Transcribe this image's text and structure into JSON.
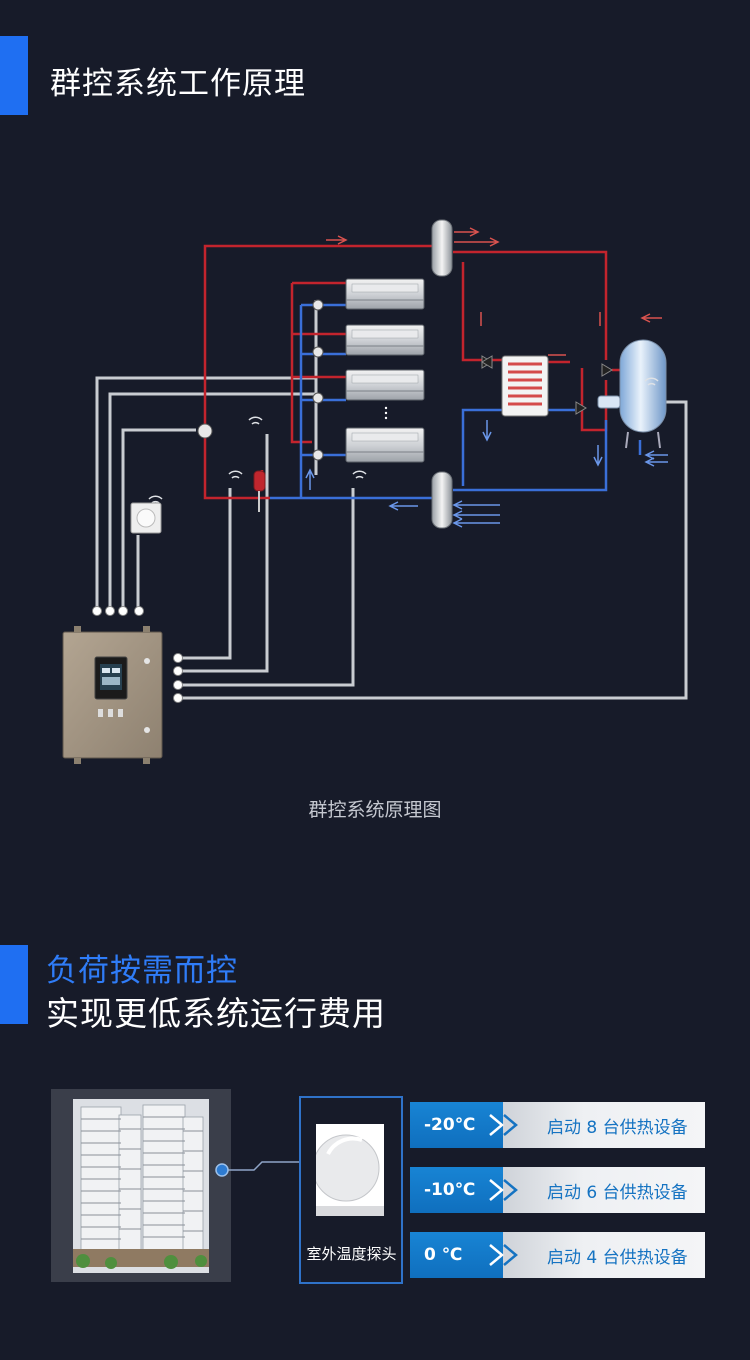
{
  "section1": {
    "title": "群控系统工作原理"
  },
  "diagram": {
    "caption": "群控系统原理图"
  },
  "section2": {
    "title_line1": "负荷按需而控",
    "title_line2": "实现更低系统运行费用"
  },
  "probe": {
    "label": "室外温度探头"
  },
  "rules": [
    {
      "temp": "-20℃",
      "action": "启动 8 台供热设备"
    },
    {
      "temp": "-10℃",
      "action": "启动 6 台供热设备"
    },
    {
      "temp": "0 ℃",
      "action": "启动 4 台供热设备"
    }
  ],
  "colors": {
    "accent": "#1f6ff2",
    "supply_pipe": "#c3242d",
    "return_pipe": "#3a6fd8",
    "background": "#171b29"
  }
}
